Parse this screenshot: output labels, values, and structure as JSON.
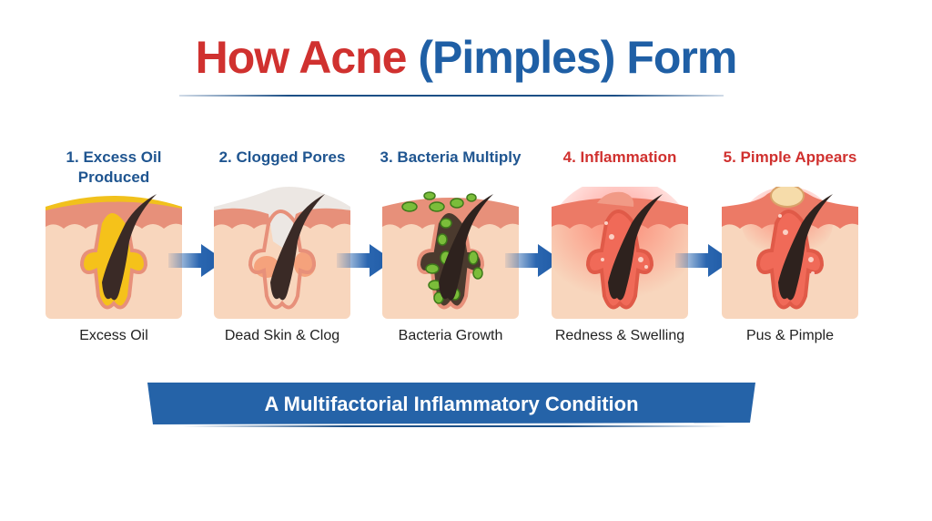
{
  "title": {
    "part1": "How Acne",
    "part2": "(Pimples) Form",
    "colors": {
      "part1": "#d0312f",
      "part2": "#1f5fa5"
    }
  },
  "steps": [
    {
      "number": "1",
      "heading_line1": "1. Excess Oil",
      "heading_line2": "Produced",
      "heading_color": "blue",
      "caption": "Excess Oil",
      "illustration": "hair-follicle-excess-oil-icon"
    },
    {
      "number": "2",
      "heading_line1": "2. Clogged Pores",
      "heading_line2": "",
      "heading_color": "blue",
      "caption": "Dead Skin & Clog",
      "illustration": "hair-follicle-clogged-pore-icon"
    },
    {
      "number": "3",
      "heading_line1": "3. Bacteria Multiply",
      "heading_line2": "",
      "heading_color": "blue",
      "caption": "Bacteria Growth",
      "illustration": "hair-follicle-bacteria-icon"
    },
    {
      "number": "4",
      "heading_line1": "4. Inflammation",
      "heading_line2": "",
      "heading_color": "red",
      "caption": "Redness & Swelling",
      "illustration": "hair-follicle-inflamed-icon"
    },
    {
      "number": "5",
      "heading_line1": "5. Pimple Appears",
      "heading_line2": "",
      "heading_color": "red",
      "caption": "Pus & Pimple",
      "illustration": "hair-follicle-pimple-icon"
    }
  ],
  "arrows": [
    "right-arrow-icon",
    "right-arrow-icon",
    "right-arrow-icon",
    "right-arrow-icon"
  ],
  "banner": {
    "text": "A Multifactorial Inflammatory Condition",
    "color": "#2563a8"
  }
}
